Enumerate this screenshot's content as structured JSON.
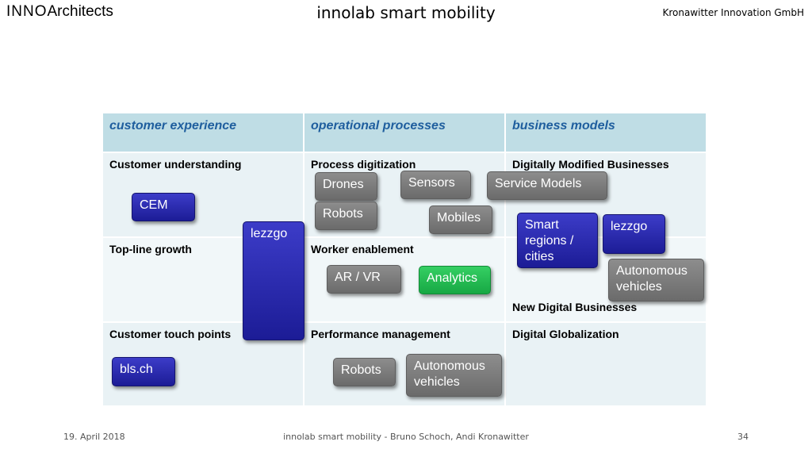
{
  "header": {
    "logo_part1": "INNO",
    "logo_part2": "Architects",
    "title": "innolab smart mobility",
    "company": "Kronawitter Innovation GmbH"
  },
  "columns": [
    "customer experience",
    "operational processes",
    "business models"
  ],
  "rows": [
    [
      "Customer understanding",
      "Process digitization",
      "Digitally Modified Businesses"
    ],
    [
      "Top-line growth",
      "Worker enablement",
      ""
    ],
    [
      "Customer touch points",
      "Performance management",
      "Digital Globalization"
    ]
  ],
  "new_digital_businesses": "New Digital Businesses",
  "tags": {
    "cem": "CEM",
    "lezzgo_tall": "lezzgo",
    "bls": "bls.ch",
    "drones": "Drones",
    "sensors": "Sensors",
    "service_models": "Service Models",
    "robots_1": "Robots",
    "mobiles": "Mobiles",
    "ar_vr": "AR / VR",
    "analytics": "Analytics",
    "robots_2": "Robots",
    "autonomous_1": "Autonomous vehicles",
    "smart_regions": "Smart regions / cities",
    "lezzgo_small": "lezzgo",
    "autonomous_2": "Autonomous vehicles"
  },
  "colors": {
    "header_cell": "#bfdde5",
    "header_text": "#1f5e9e",
    "tag_gray": "#7c7c7c",
    "tag_blue": "#2525a8",
    "tag_green": "#22bb50"
  },
  "footer": {
    "date": "19. April 2018",
    "center": "innolab smart mobility - Bruno Schoch, Andi Kronawitter",
    "page": "34"
  }
}
